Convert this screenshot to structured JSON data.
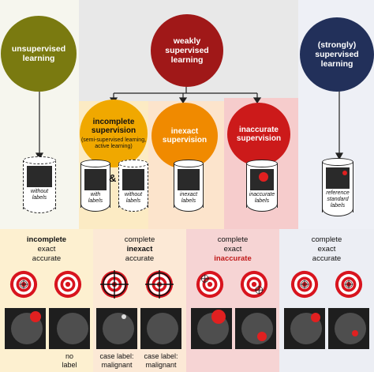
{
  "top_circles": {
    "unsupervised": "unsupervised\nlearning",
    "weakly": "weakly\nsupervised\nlearning",
    "strongly": "(strongly)\nsupervised\nlearning"
  },
  "mid_circles": {
    "incomplete_title": "incomplete\nsupervision",
    "incomplete_sub": "(semi-supervised learning,\nactive learning)",
    "inexact": "inexact\nsupervision",
    "inaccurate": "inaccurate\nsupervision"
  },
  "cylinders": {
    "without_labels_1": "without\nlabels",
    "with_labels": "with\nlabels",
    "ampersand": "&",
    "without_labels_2": "without\nlabels",
    "inexact_labels": "inexact\nlabels",
    "inaccurate_labels": "inaccurate\nlabels",
    "reference_labels": "reference\nstandard\nlabels"
  },
  "properties": {
    "col1": [
      "incomplete",
      "exact",
      "accurate"
    ],
    "col2": [
      "complete",
      "inexact",
      "accurate"
    ],
    "col3": [
      "complete",
      "exact",
      "inaccurate"
    ],
    "col4": [
      "complete",
      "exact",
      "accurate"
    ]
  },
  "image_labels": {
    "no_label": "no\nlabel",
    "case_label_1": "case label:\nmalignant",
    "case_label_2": "case label:\nmalignant"
  },
  "colors": {
    "olive": "#7a7a10",
    "dark_red": "#a01818",
    "navy": "#22305a",
    "amber": "#f0a800",
    "orange": "#f08a00",
    "red": "#cc1a1a"
  }
}
